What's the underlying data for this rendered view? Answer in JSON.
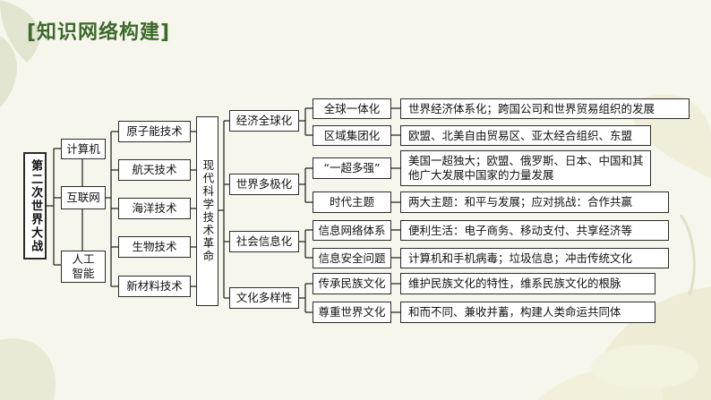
{
  "header": {
    "title": "[知识网络构建]"
  },
  "root": {
    "label": "第二次世界大战"
  },
  "tech_base": {
    "computer": "计算机",
    "internet": "互联网",
    "ai": "人工\n智能"
  },
  "technologies": [
    {
      "label": "原子能技术"
    },
    {
      "label": "航天技术"
    },
    {
      "label": "海洋技术"
    },
    {
      "label": "生物技术"
    },
    {
      "label": "新材料技术"
    }
  ],
  "revolution": {
    "label": "现代科学技术革命"
  },
  "trends": [
    {
      "label": "经济全球化",
      "items": [
        {
          "label": "全球一体化",
          "detail": "世界经济体系化；跨国公司和世界贸易组织的发展"
        },
        {
          "label": "区域集团化",
          "detail": "欧盟、北美自由贸易区、亚太经合组织、东盟"
        }
      ]
    },
    {
      "label": "世界多极化",
      "items": [
        {
          "label": "“一超多强”",
          "detail": "美国一超独大；欧盟、俄罗斯、日本、中国和其他广大发展中国家的力量发展"
        },
        {
          "label": "时代主题",
          "detail": "两大主题：和平与发展；应对挑战：合作共赢"
        }
      ]
    },
    {
      "label": "社会信息化",
      "items": [
        {
          "label": "信息网络体系",
          "detail": "便利生活：电子商务、移动支付、共享经济等"
        },
        {
          "label": "信息安全问题",
          "detail": "计算机和手机病毒；垃圾信息；冲击传统文化"
        }
      ]
    },
    {
      "label": "文化多样性",
      "items": [
        {
          "label": "传承民族文化",
          "detail": "维护民族文化的特性，维系民族文化的根脉"
        },
        {
          "label": "尊重世界文化",
          "detail": "和而不同、兼收并蓄，构建人类命运共同体"
        }
      ]
    }
  ],
  "colors": {
    "title": "#3c6a2c",
    "border": "#2b2b2b",
    "background": "#f7f6ec"
  }
}
